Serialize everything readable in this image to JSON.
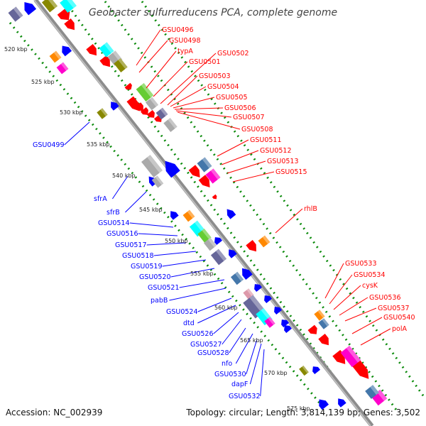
{
  "title": "Geobacter sulfurreducens PCA, complete genome",
  "footer": {
    "accession": "Accession: NC_002939",
    "topology": "Topology: circular; Length: 3,814,139 bp; Genes: 3,502"
  },
  "kbp_ticks": [
    "520 kbp",
    "525 kbp",
    "530 kbp",
    "535 kbp",
    "540 kbp",
    "545 kbp",
    "550 kbp",
    "555 kbp",
    "560 kbp",
    "565 kbp",
    "570 kbp",
    "575 kbp"
  ],
  "forward_labels": [
    "GSU0496",
    "GSU0498",
    "typA",
    "GSU0501",
    "GSU0502",
    "GSU0503",
    "GSU0504",
    "GSU0505",
    "GSU0506",
    "GSU0507",
    "GSU0508",
    "GSU0511",
    "GSU0512",
    "GSU0513",
    "GSU0515",
    "rhlB",
    "GSU0533",
    "GSU0534",
    "cysK",
    "GSU0536",
    "GSU0537",
    "GSU0540",
    "polA"
  ],
  "reverse_labels": [
    "GSU0499",
    "sfrA",
    "sfrB",
    "GSU0514",
    "GSU0516",
    "GSU0517",
    "GSU0518",
    "GSU0519",
    "GSU0520",
    "GSU0521",
    "pabB",
    "GSU0524",
    "dtd",
    "GSU0526",
    "GSU0527",
    "GSU0528",
    "nfo",
    "GSU0530",
    "dapF",
    "GSU0532"
  ],
  "colors": {
    "forward": "#ff0000",
    "reverse": "#0000ff",
    "backbone": "#999999",
    "dots": "#008800",
    "cog_palette": [
      "#ff00cc",
      "#00ffff",
      "#66cc33",
      "#888800",
      "#aaaaaa",
      "#666699",
      "#ff8800",
      "#dd99aa",
      "#ffffff",
      "#4477aa"
    ]
  }
}
